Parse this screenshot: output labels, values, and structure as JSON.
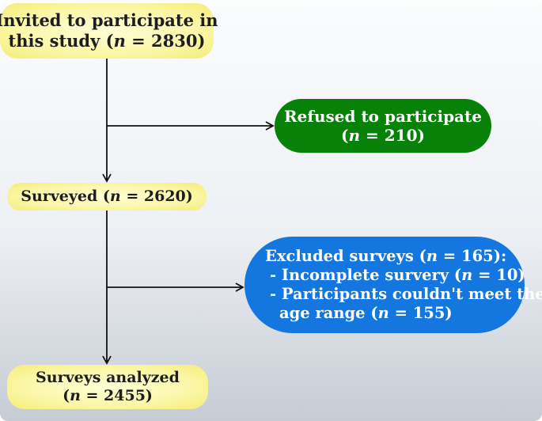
{
  "nodes": {
    "invited": {
      "line1": "Invited to participate in",
      "line2_pre": "this study (",
      "n_symbol": "n",
      "line2_post": " = 2830)",
      "fill": "#fbf7a8"
    },
    "refused": {
      "line1": "Refused to participate",
      "line2_pre": "(",
      "n_symbol": "n",
      "line2_post": " = 210)",
      "fill": "#078107"
    },
    "surveyed": {
      "line1_pre": "Surveyed (",
      "n_symbol": "n",
      "line1_post": " = 2620)",
      "fill": "#fbf7a8"
    },
    "excluded": {
      "line1_pre": "Excluded surveys (",
      "n_symbol": "n",
      "line1_post": " = 165):",
      "line2_pre": "- Incomplete survery (",
      "line2_post": " = 10)",
      "line3": "- Participants couldn't meet the",
      "line4_pre": "age range (",
      "line4_post": " = 155)",
      "fill": "#1477e0"
    },
    "analyzed": {
      "line1": "Surveys analyzed",
      "line2_pre": "(",
      "n_symbol": "n",
      "line2_post": " = 2455)",
      "fill": "#fbf7a8"
    }
  },
  "edges": [
    {
      "from": "invited",
      "to": "surveyed"
    },
    {
      "from": "invited",
      "to": "refused"
    },
    {
      "from": "surveyed",
      "to": "analyzed"
    },
    {
      "from": "surveyed",
      "to": "excluded"
    }
  ]
}
